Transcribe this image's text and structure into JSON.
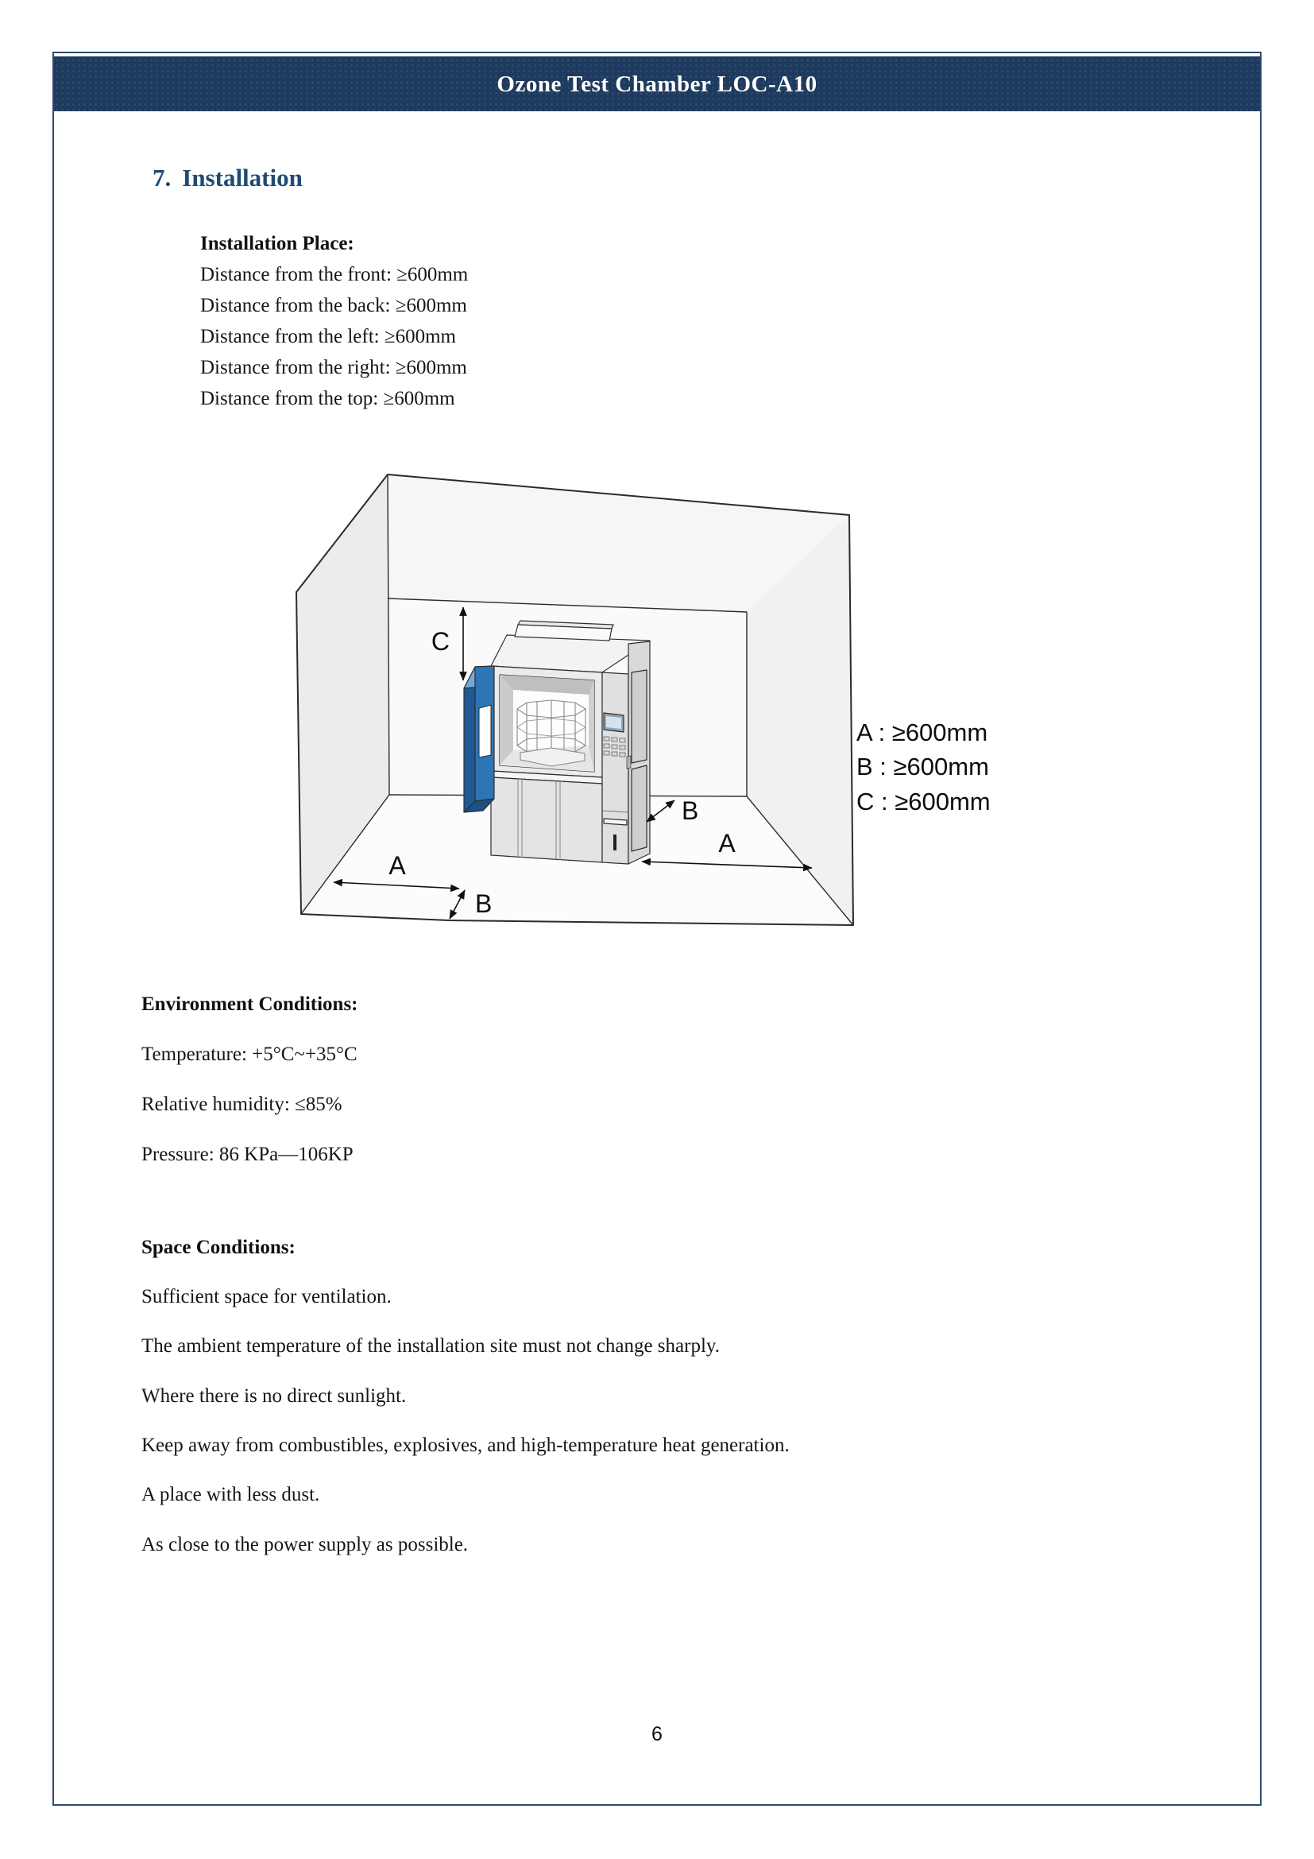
{
  "header": {
    "title": "Ozone Test Chamber LOC-A10"
  },
  "section": {
    "number": "7.",
    "title": "Installation"
  },
  "installation_place": {
    "heading": "Installation Place:",
    "lines": [
      "Distance from the front: ≥600mm",
      "Distance from the back: ≥600mm",
      "Distance from the left: ≥600mm",
      "Distance from the right: ≥600mm",
      "Distance from the top: ≥600mm"
    ]
  },
  "diagram": {
    "label_a": "A",
    "label_b": "B",
    "label_c": "C",
    "legend": [
      "A : ≥600mm",
      "B : ≥600mm",
      "C : ≥600mm"
    ]
  },
  "environment": {
    "heading": "Environment Conditions:",
    "lines": [
      "Temperature: +5°C~+35°C",
      "Relative humidity: ≤85%",
      "Pressure: 86 KPa—106KP"
    ]
  },
  "space": {
    "heading": "Space Conditions:",
    "lines": [
      "Sufficient space for ventilation.",
      "The ambient temperature of the installation site must not change sharply.",
      "Where there is no direct sunlight.",
      "Keep away from combustibles, explosives, and high-temperature heat generation.",
      "A place with less dust.",
      "As close to the power supply as possible."
    ]
  },
  "footer": {
    "page_number": "6"
  },
  "colors": {
    "header_bar": "#1e3a5e",
    "heading_accent": "#1f4a73",
    "page_border": "#2c4a70",
    "door_blue": "#2e75b6"
  }
}
